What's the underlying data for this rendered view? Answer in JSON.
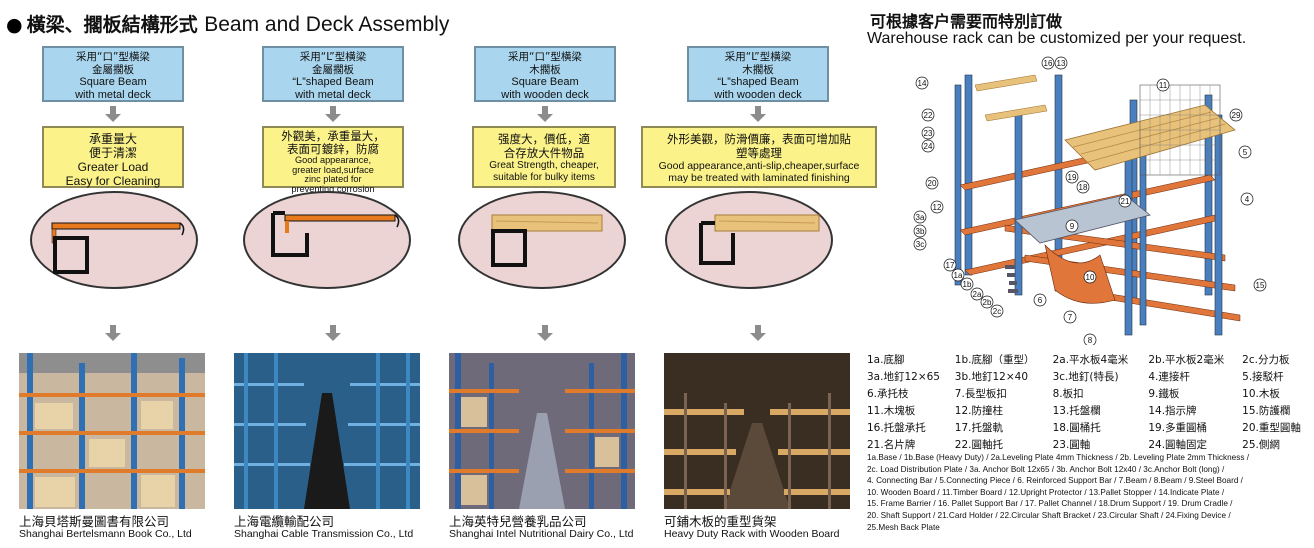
{
  "header": {
    "title_cn": "橫梁、擱板結構形式",
    "title_en": "Beam and Deck Assembly",
    "right_title_cn": "可根據客户需要而特別訂做",
    "right_title_en": "Warehouse rack can be customized per your request."
  },
  "columns": [
    {
      "type_cn": "采用“口”型横梁",
      "deck_cn": "金屬擱板",
      "type_en": "Square Beam",
      "deck_en": "with metal deck",
      "feature_cn_1": "承重量大",
      "feature_cn_2": "便于清潔",
      "feature_en_1": "Greater Load",
      "feature_en_2": "Easy for Cleaning",
      "caption_cn": "上海貝塔斯曼圖書有限公司",
      "caption_en": "Shanghai Bertelsmann Book Co., Ltd"
    },
    {
      "type_cn": "采用“L”型横梁",
      "deck_cn": "金屬擱板",
      "type_en": "“L”shaped Beam",
      "deck_en": "with metal deck",
      "feature_cn_1": "外觀美，承重量大，",
      "feature_cn_2": "表面可鍍鋅，防腐",
      "feature_en_1": "Good appearance,",
      "feature_en_2": "greater load,surface",
      "feature_en_3": "zinc plated for",
      "feature_en_4": "preventing corrosion",
      "caption_cn": "上海電纜輸配公司",
      "caption_en": "Shanghai Cable Transmission Co., Ltd"
    },
    {
      "type_cn": "采用“口”型横梁",
      "deck_cn": "木擱板",
      "type_en": "Square Beam",
      "deck_en": "with wooden deck",
      "feature_cn_1": "强度大，價低，適",
      "feature_cn_2": "合存放大件物品",
      "feature_en_1": "Great Strength, cheaper,",
      "feature_en_2": "suitable for bulky items",
      "caption_cn": "上海英特兒營養乳品公司",
      "caption_en": "Shanghai Intel Nutritional Dairy Co., Ltd"
    },
    {
      "type_cn": "采用“L”型横梁",
      "deck_cn": "木擱板",
      "type_en": "“L”shaped Beam",
      "deck_en": "with wooden deck",
      "feature_cn_1": "外形美觀，防滑價廉，表面可增加貼",
      "feature_cn_2": "塑等處理",
      "feature_en_1": "Good appearance,anti-slip,cheaper,surface",
      "feature_en_2": "may be treated with laminated finishing",
      "caption_cn": "可鋪木板的重型貨架",
      "caption_en": "Heavy Duty Rack with Wooden Board"
    }
  ],
  "diagram_labels": [
    "14",
    "16",
    "13",
    "11",
    "22",
    "23",
    "24",
    "29",
    "5",
    "20",
    "19",
    "18",
    "21",
    "4",
    "3a",
    "3b",
    "3c",
    "12",
    "9",
    "17",
    "1a",
    "1b",
    "2a",
    "2b",
    "2c",
    "10",
    "6",
    "7",
    "8",
    "15"
  ],
  "parts_cn": [
    [
      "1a.底腳",
      "1b.底腳（重型）",
      "2a.平水板4毫米",
      "2b.平水板2毫米",
      "2c.分力板"
    ],
    [
      "3a.地釘12×65",
      "3b.地釘12×40",
      "3c.地釘(特長)",
      "4.連接杆",
      "5.接駁杆"
    ],
    [
      "6.承托枝",
      "7.長型板扣",
      "8.板扣",
      "9.鐵板",
      "10.木板"
    ],
    [
      "11.木塊板",
      "12.防撞柱",
      "13.托盤欄",
      "14.指示牌",
      "15.防護欄"
    ],
    [
      "16.托盤承托",
      "17.托盤軌",
      "18.圓桶托",
      "19.多重圓桶",
      "20.重型圓軸"
    ],
    [
      "21.名片牌",
      "22.圓軸托",
      "23.圓軸",
      "24.圓軸固定",
      "25.側網"
    ]
  ],
  "parts_en_lines": [
    "1a.Base / 1b.Base (Heavy Duty) / 2a.Leveling Plate 4mm Thickness / 2b. Leveling Plate 2mm Thickness /",
    "2c. Load Distribution Plate / 3a. Anchor Bolt 12x65 / 3b. Anchor Bolt 12x40 / 3c.Anchor Bolt (long) /",
    "4. Connecting Bar / 5.Connecting Piece / 6. Reinforced Support Bar / 7.Beam / 8.Beam / 9.Steel Board /",
    "10. Wooden Board / 11.Timber Board / 12.Upright Protector / 13.Pallet Stopper / 14.Indicate Plate /",
    "15. Frame Barrier / 16. Pallet Support Bar / 17. Pallet Channel / 18.Drum Support / 19. Drum Cradle /",
    "20. Shaft Support / 21.Card Holder / 22.Circular Shaft Bracket / 23.Circular Shaft / 24.Fixing Device /",
    "25.Mesh Back Plate"
  ],
  "colors": {
    "blue_box": "#a9d6ee",
    "yellow_box": "#fbf28a",
    "ellipse": "#ecd4d4",
    "rack_blue": "#4a7fbf",
    "rack_orange": "#e0763a",
    "wood": "#e8c27a"
  }
}
